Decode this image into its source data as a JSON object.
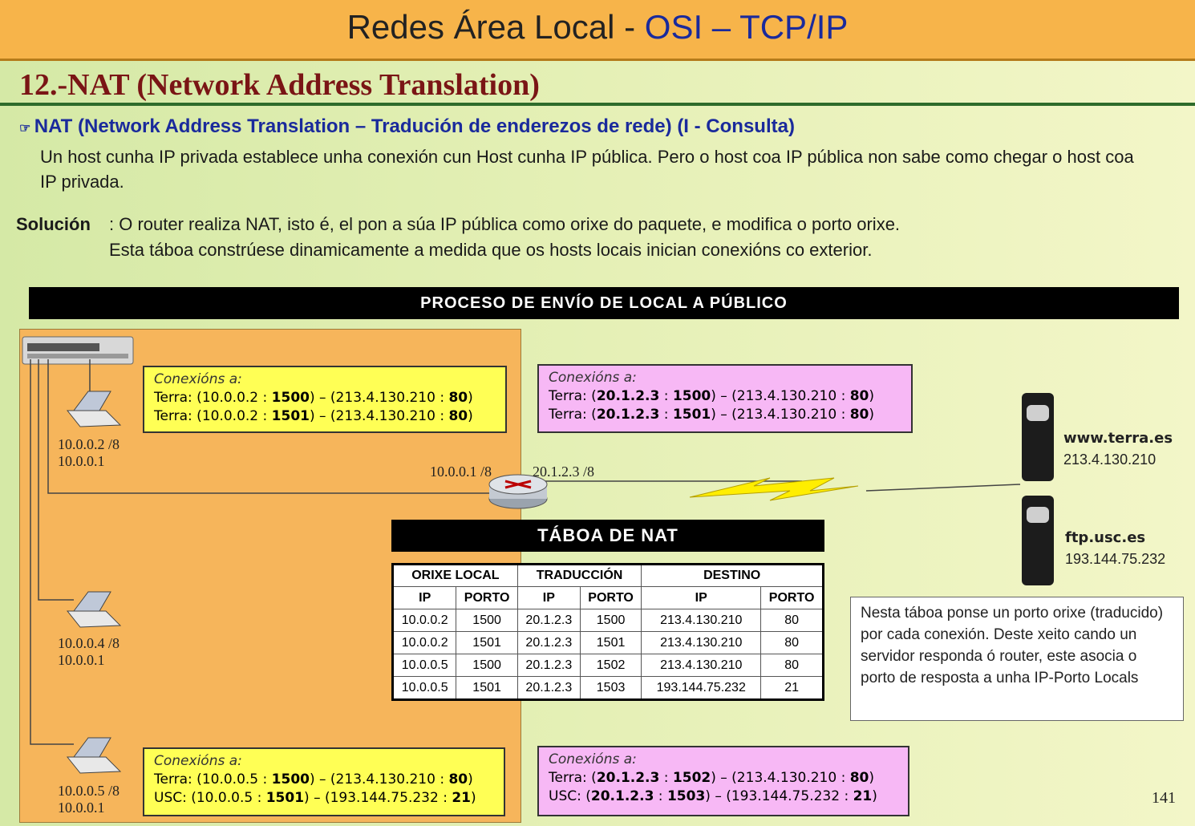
{
  "header": {
    "title_part1": "Redes Área Local - ",
    "title_part2": "OSI – TCP/IP"
  },
  "section": {
    "title": "12.-NAT (Network Address Translation)"
  },
  "intro": {
    "bullet": "NAT (Network Address Translation – Tradución de enderezos de rede) (I - Consulta)",
    "description": "Un host cunha IP privada establece unha conexión cun Host cunha IP pública. Pero o host coa IP pública non sabe como chegar o host coa IP privada.",
    "solution_label": "Solución",
    "solution_line1": ": O router realiza NAT, isto é, el pon a súa IP pública como orixe do paquete, e modifica o porto orixe.",
    "solution_line2": "Esta táboa constrúese dinamicamente a medida que os hosts locais inician conexións co exterior."
  },
  "process_bar": "PROCESO DE ENVÍO DE LOCAL A PÚBLICO",
  "hosts": [
    {
      "ip": "10.0.0.2 /8",
      "gateway": "10.0.0.1"
    },
    {
      "ip": "10.0.0.4 /8",
      "gateway": "10.0.0.1"
    },
    {
      "ip": "10.0.0.5 /8",
      "gateway": "10.0.0.1"
    }
  ],
  "router": {
    "local_ip": "10.0.0.1 /8",
    "public_ip": "20.1.2.3 /8"
  },
  "servers": [
    {
      "name": "www.terra.es",
      "ip": "213.4.130.210"
    },
    {
      "name": "ftp.usc.es",
      "ip": "193.144.75.232"
    }
  ],
  "connection_boxes": {
    "local_top": {
      "header": "Conexións a:",
      "lines": [
        {
          "prefix": "Terra: (10.0.0.2 : ",
          "port": "1500",
          "mid": ") – (213.4.130.210 : ",
          "dport": "80",
          "suffix": ")"
        },
        {
          "prefix": "Terra:   (10.0.0.2 : ",
          "port": "1501",
          "mid": ") – (213.4.130.210   : ",
          "dport": "80",
          "suffix": ")"
        }
      ]
    },
    "public_top": {
      "header": "Conexións a:",
      "lines": [
        {
          "prefix": "Terra: (",
          "ip": "20.1.2.3",
          "sep": " : ",
          "port": "1500",
          "mid": ") – (213.4.130.210 : ",
          "dport": "80",
          "suffix": ")"
        },
        {
          "prefix": "Terra:   (",
          "ip": "20.1.2.3",
          "sep": " : ",
          "port": "1501",
          "mid": ") – (213.4.130.210   : ",
          "dport": "80",
          "suffix": ")"
        }
      ]
    },
    "local_bottom": {
      "header": "Conexións a:",
      "lines": [
        {
          "prefix": "Terra: (10.0.0.5 : ",
          "port": "1500",
          "mid": ")  – (213.4.130.210    : ",
          "dport": "80",
          "suffix": ")"
        },
        {
          "prefix": "USC: (10.0.0.5 : ",
          "port": "1501",
          "mid": ")  – (193.144.75.232 : ",
          "dport": "21",
          "suffix": ")"
        }
      ]
    },
    "public_bottom": {
      "header": "Conexións a:",
      "lines": [
        {
          "prefix": "Terra: (",
          "ip": "20.1.2.3",
          "sep": " : ",
          "port": "1502",
          "mid": ") – (213.4.130.210 : ",
          "dport": "80",
          "suffix": ")"
        },
        {
          "prefix": "USC:    (",
          "ip": "20.1.2.3",
          "sep": " : ",
          "port": "1503",
          "mid": ") – (193.144.75.232  : ",
          "dport": "21",
          "suffix": ")"
        }
      ]
    }
  },
  "nat_table": {
    "title": "TÁBOA DE NAT",
    "group_headers": [
      "ORIXE LOCAL",
      "TRADUCCIÓN",
      "DESTINO"
    ],
    "column_headers": [
      "IP",
      "PORTO",
      "IP",
      "PORTO",
      "IP",
      "PORTO"
    ],
    "rows": [
      [
        "10.0.0.2",
        "1500",
        "20.1.2.3",
        "1500",
        "213.4.130.210",
        "80"
      ],
      [
        "10.0.0.2",
        "1501",
        "20.1.2.3",
        "1501",
        "213.4.130.210",
        "80"
      ],
      [
        "10.0.0.5",
        "1500",
        "20.1.2.3",
        "1502",
        "213.4.130.210",
        "80"
      ],
      [
        "10.0.0.5",
        "1501",
        "20.1.2.3",
        "1503",
        "193.144.75.232",
        "21"
      ]
    ]
  },
  "note": "Nesta táboa ponse un porto orixe (traducido) por cada conexión. Deste xeito cando un servidor responda ó router, este asocia o porto de resposta a unha IP-Porto Locals",
  "page_number": "141",
  "colors": {
    "header_bg": "#f7b44a",
    "title_accent": "#1a2a9c",
    "section_title": "#7a1515",
    "local_panel": "#f6b55b",
    "yellow_box": "#ffff55",
    "pink_box": "#f7b8f5"
  }
}
